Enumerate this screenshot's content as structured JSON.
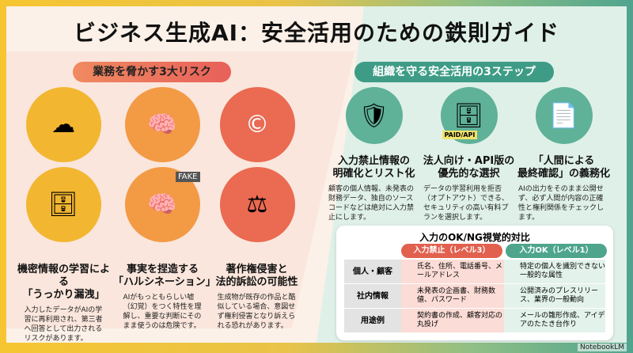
{
  "title": "ビジネス生成AI：安全活用のための鉄則ガイド",
  "risks": {
    "header": "業務を脅かす3大リスク",
    "items": [
      {
        "title1": "機密情報の学習による",
        "title2": "「うっかり漏洩」",
        "desc": "入力したデータがAIの学習に再利用され、第三者へ回答として出力されるリスクがあります。",
        "icons": [
          "☁",
          "🗄"
        ]
      },
      {
        "title1": "事実を捏造する",
        "title2": "「ハルシネーション」",
        "desc": "AIがもっともらしい嘘（幻覚）をつく特性を理解し、重要な判断にそのまま使うのは危険です。",
        "icons": [
          "🧠",
          "🧠"
        ],
        "badge": "FAKE"
      },
      {
        "title1": "著作権侵害と",
        "title2": "法的訴訟の可能性",
        "desc": "生成物が既存の作品と酷似している場合、意図せず権利侵害となり訴えられる恐れがあります。",
        "icons": [
          "©",
          "⚖"
        ]
      }
    ]
  },
  "steps": {
    "header": "組織を守る安全活用の3ステップ",
    "items": [
      {
        "title1": "入力禁止情報の",
        "title2": "明確化とリスト化",
        "desc": "顧客の個人情報、未発表の財務データ、独自のソースコードなどは絶対に入力禁止にします。",
        "icon": "🛡"
      },
      {
        "title1": "法人向け・API版の",
        "title2": "優先的な選択",
        "desc": "データの学習利用を拒否（オプトアウト）できる、セキュリティの高い有料プランを選択します。",
        "icon": "🗄",
        "badge": "PAID/API"
      },
      {
        "title1": "「人間による",
        "title2": "最終確認」の義務化",
        "desc": "AIの出力をそのまま公開せず、必ず人間が内容の正確性と権利関係をチェックします。",
        "icon": "📄"
      }
    ]
  },
  "table": {
    "title": "入力のOK/NG視覚的対比",
    "ng_header": "入力禁止（レベル3）",
    "ok_header": "入力OK（レベル1）",
    "rows": [
      {
        "label": "個人・顧客",
        "ng": "氏名、住所、電話番号、メールアドレス",
        "ok": "特定の個人を識別できない一般的な属性"
      },
      {
        "label": "社内情報",
        "ng": "未発表の企画書、財務数値、パスワード",
        "ok": "公開済みのプレスリリース、業界の一般動向"
      },
      {
        "label": "用途例",
        "ng": "契約書の作成、顧客対応の丸投げ",
        "ok": "メールの雛形作成、アイデアのたたき台作り"
      }
    ]
  },
  "brand": "NotebookLM",
  "colors": {
    "risk": "#e8605a",
    "step": "#3e9c86",
    "ng_bg": "#fbdcd6",
    "ok_bg": "#e3f3ec"
  }
}
